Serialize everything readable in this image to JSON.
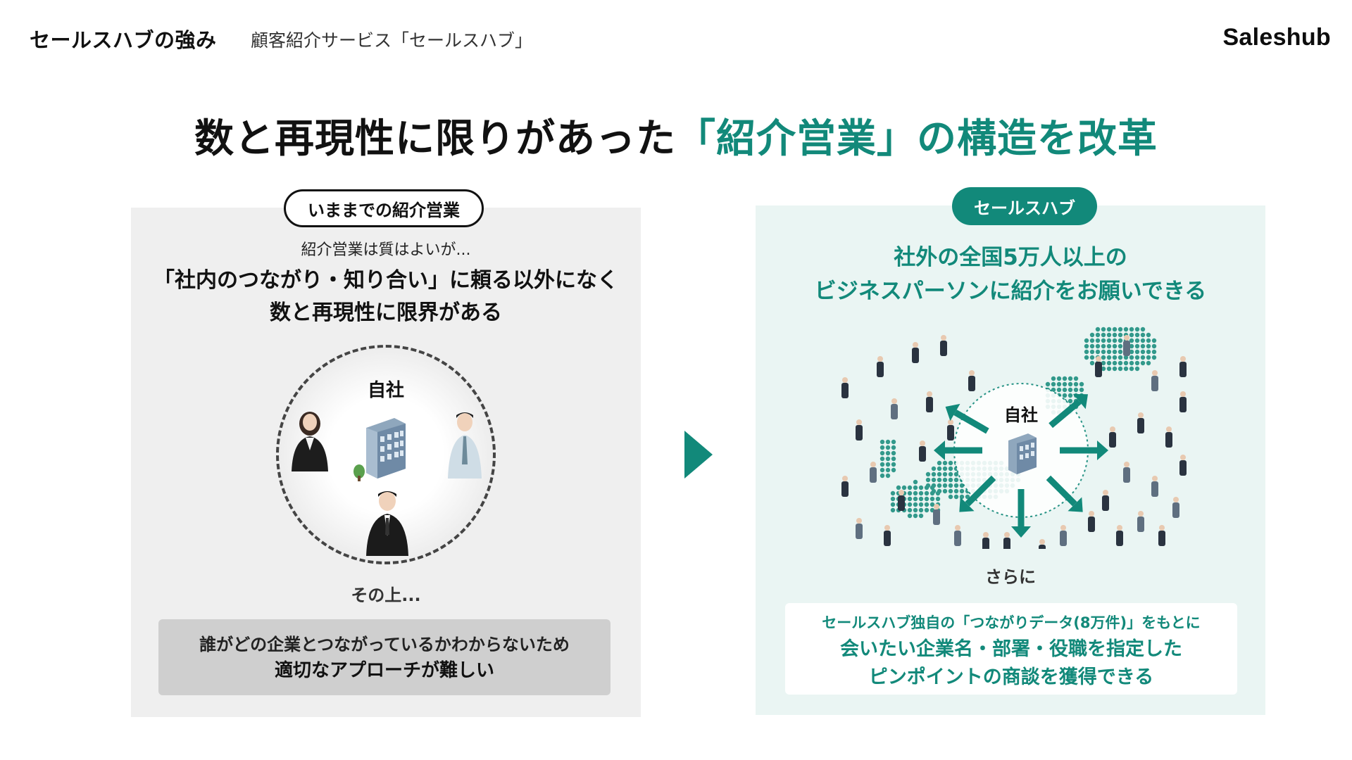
{
  "header": {
    "title": "セールスハブの強み",
    "subtitle": "顧客紹介サービス「セールスハブ」",
    "logo": "Saleshub"
  },
  "headline": {
    "part1": "数と再現性に限りがあった",
    "part2": "「紹介営業」の構造を改革"
  },
  "left": {
    "pill": "いままでの紹介営業",
    "subtitle": "紹介営業は質はよいが...",
    "main_line1": "「社内のつながり・知り合い」に頼る以外になく",
    "main_line2": "数と再現性に限界がある",
    "circle_label": "自社",
    "sonoue": "その上...",
    "box_line1": "誰がどの企業とつながっているかわからないため",
    "box_line2": "適切なアプローチが難しい"
  },
  "right": {
    "pill": "セールスハブ",
    "main_line1": "社外の全国5万人以上の",
    "main_line2": "ビジネスパーソンに紹介をお願いできる",
    "center_label": "自社",
    "sarani": "さらに",
    "box_line1": "セールスハブ独自の「つながりデータ(8万件)」をもとに",
    "box_line2": "会いたい企業名・部署・役職を指定した",
    "box_line3": "ピンポイントの商談を獲得できる"
  },
  "colors": {
    "accent": "#12897a",
    "left_panel": "#efefef",
    "right_panel": "#eaf5f3",
    "left_box": "#cfcfcf"
  }
}
